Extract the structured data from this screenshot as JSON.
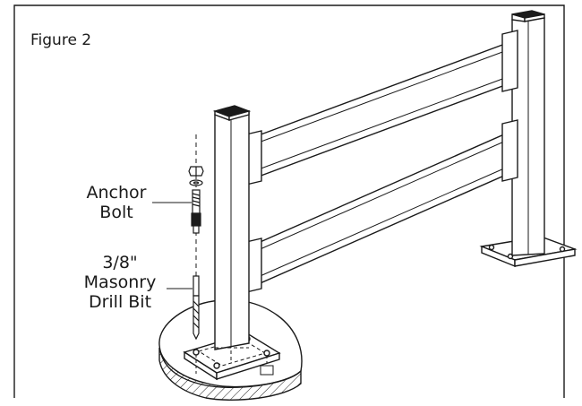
{
  "figure": {
    "title": "Figure 2"
  },
  "callouts": {
    "anchor_bolt": [
      "Anchor",
      "Bolt"
    ],
    "drill_bit": [
      "3/8\"",
      "Masonry",
      "Drill Bit"
    ]
  },
  "colors": {
    "line": "#1a1a1a",
    "post_cap": "#1a1a1a",
    "background": "#ffffff"
  }
}
